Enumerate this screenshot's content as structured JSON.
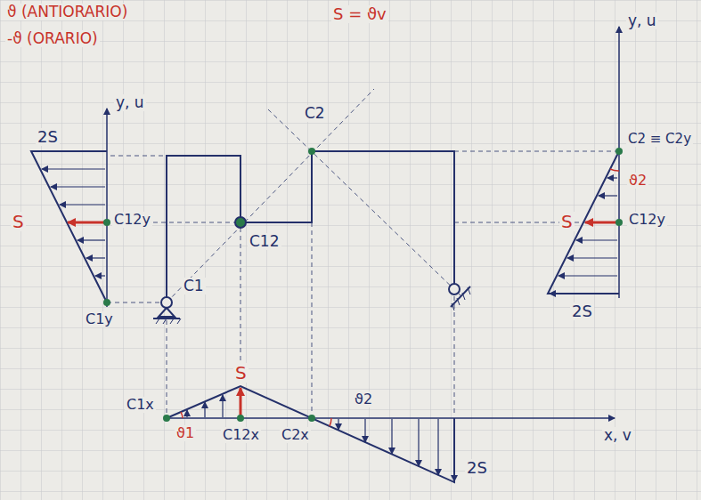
{
  "diagram": {
    "labels": [
      "ϑ (ANTIORARIO)",
      "-ϑ (ORARIO)",
      "S = ϑv",
      "y, u",
      "2S",
      "S",
      "C12y",
      "C1y",
      "C1",
      "C12",
      "C2",
      "y, u",
      "C2 ≡ C2y",
      "ϑ2",
      "S",
      "C12y",
      "2S",
      "C1x",
      "ϑ1",
      "S",
      "C12x",
      "C2x",
      "ϑ2",
      "2S",
      "x, v"
    ]
  }
}
